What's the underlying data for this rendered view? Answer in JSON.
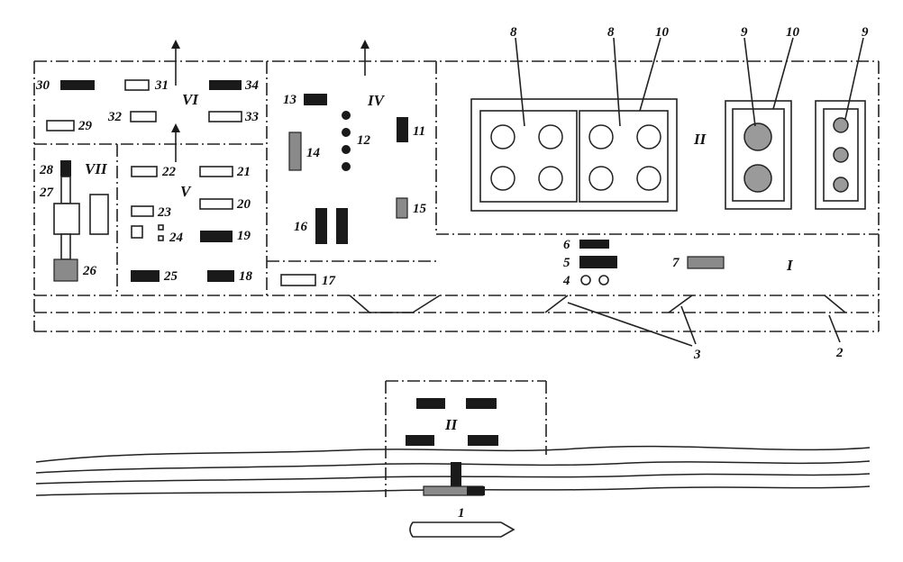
{
  "zones": {
    "I": "I",
    "II_top": "II",
    "II_bottom": "II",
    "IV": "IV",
    "V": "V",
    "VI": "VI",
    "VII": "VII"
  },
  "items": {
    "n1": "1",
    "n2": "2",
    "n3": "3",
    "n4": "4",
    "n5": "5",
    "n6": "6",
    "n7": "7",
    "n8a": "8",
    "n8b": "8",
    "n9a": "9",
    "n9b": "9",
    "n10a": "10",
    "n10b": "10",
    "n11": "11",
    "n12": "12",
    "n13": "13",
    "n14": "14",
    "n15": "15",
    "n16": "16",
    "n17": "17",
    "n18": "18",
    "n19": "19",
    "n20": "20",
    "n21": "21",
    "n22": "22",
    "n23": "23",
    "n24": "24",
    "n25": "25",
    "n26": "26",
    "n27": "27",
    "n28": "28",
    "n29": "29",
    "n30": "30",
    "n31": "31",
    "n32": "32",
    "n33": "33",
    "n34": "34"
  },
  "colors": {
    "dark": "#1a1a1a",
    "grey": "#8a8a8a",
    "line": "#222222"
  }
}
